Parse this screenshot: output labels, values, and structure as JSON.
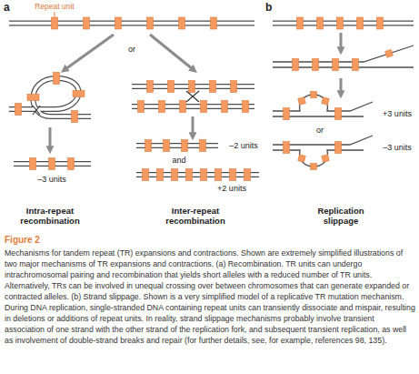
{
  "diagram": {
    "caption": "Mechanisms for tandem repeat (TR) expansions and contractions. Shown are extremely simplified illustrations of two major mechanisms of TR expansions and contractions. (a) Recombination. TR units can undergo intrachromosomal pairing and recombination that yields short alleles with a reduced number of TR units. Alternatively, TRs can be involved in unequal crossing over between chromosomes that can generate expanded or contracted alleles. (b) Strand slippage. Shown is a very simplified model of a replicative TR mutation mechanism. During DNA replication, single-stranded DNA containing repeat units can transiently dissociate and mispair, resulting in deletions or additions of repeat units. In reality, strand slippage mechanisms probably involve transient association of one strand with the other strand of the replication fork, and subsequent transient replication, as well as involvement of double-strand breaks and repair (for further details, see, for example, references 98, 135).",
    "labels": [
      "a",
      "Repeat unit",
      "or",
      "–3 units",
      "–2 units",
      "and",
      "+2 units",
      "Intra-repeat recombination",
      "Inter-repeat recombination",
      "b",
      "or",
      "+3 units",
      "–3 units",
      "Replication slippage",
      "Figure 2"
    ]
  }
}
